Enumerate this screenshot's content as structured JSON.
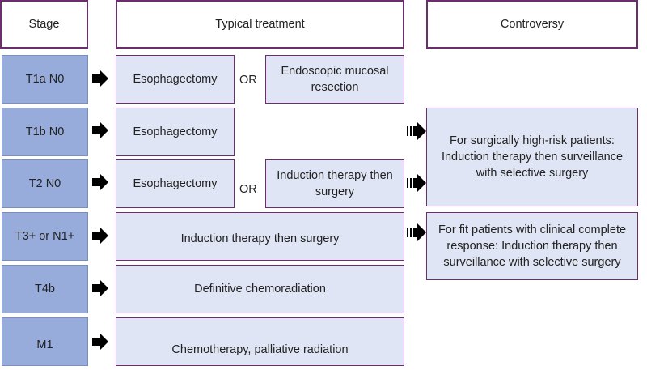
{
  "headers": {
    "stage": "Stage",
    "treatment": "Typical treatment",
    "controversy": "Controversy"
  },
  "stages": [
    "T1a N0",
    "T1b N0",
    "T2 N0",
    "T3+ or N1+",
    "T4b",
    "M1"
  ],
  "treatments": {
    "t1a_main": "Esophagectomy",
    "t1a_or": "OR",
    "t1a_alt": "Endoscopic mucosal resection",
    "t1b_main": "Esophagectomy",
    "t2_main": "Esophagectomy",
    "t2_or": "OR",
    "t2_alt": "Induction therapy then surgery",
    "t3": "Induction therapy then surgery",
    "t4b": "Definitive chemoradiation",
    "m1": "Chemotherapy, palliative radiation"
  },
  "controversy": {
    "box1": "For surgically high-risk patients: Induction therapy then surveillance with selective surgery",
    "box2": "For fit patients with clinical complete response: Induction therapy then surveillance with selective surgery"
  },
  "colors": {
    "stage_fill": "#97acdb",
    "box_fill": "#dfe5f4",
    "border": "#6b2d6b"
  }
}
